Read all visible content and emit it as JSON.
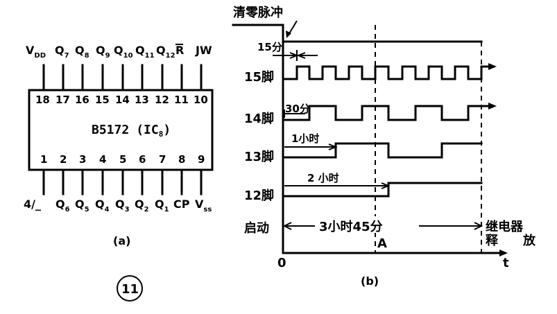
{
  "ic": {
    "top_signals": [
      "V",
      "Q",
      "Q",
      "Q",
      "Q",
      "Q",
      "Q",
      "R",
      "JW"
    ],
    "top_subscripts": [
      "DD",
      "7",
      "8",
      "9",
      "10",
      "11",
      "12",
      "",
      ""
    ],
    "top_pins": [
      "18",
      "17",
      "16",
      "15",
      "14",
      "13",
      "12",
      "11",
      "10"
    ],
    "bottom_pins": [
      "1",
      "2",
      "3",
      "4",
      "5",
      "6",
      "7",
      "8",
      "9"
    ],
    "bottom_signals": [
      "4/_",
      "Q",
      "Q",
      "Q",
      "Q",
      "Q",
      "Q",
      "CP",
      "V"
    ],
    "bottom_subscripts": [
      "",
      "6",
      "5",
      "4",
      "3",
      "2",
      "1",
      "",
      "ss"
    ],
    "chip_name": "B5172",
    "chip_ref": "(IC",
    "chip_ref_sub": "8",
    "chip_ref_close": ")",
    "caption": "(a)"
  },
  "timing": {
    "reset_pulse": "清零脉冲",
    "row_labels": [
      "15脚",
      "14脚",
      "13脚",
      "12脚",
      "启动"
    ],
    "period_15": "15分",
    "period_14": "30分",
    "period_13": "1小时",
    "period_12": "2 小时",
    "total": "3小时45分",
    "marker_a": "A",
    "relay_line1": "继电器",
    "relay_line2": "释",
    "relay_line3": "放",
    "origin": "0",
    "t_axis": "t",
    "caption": "(b)"
  },
  "figure_number": "11"
}
